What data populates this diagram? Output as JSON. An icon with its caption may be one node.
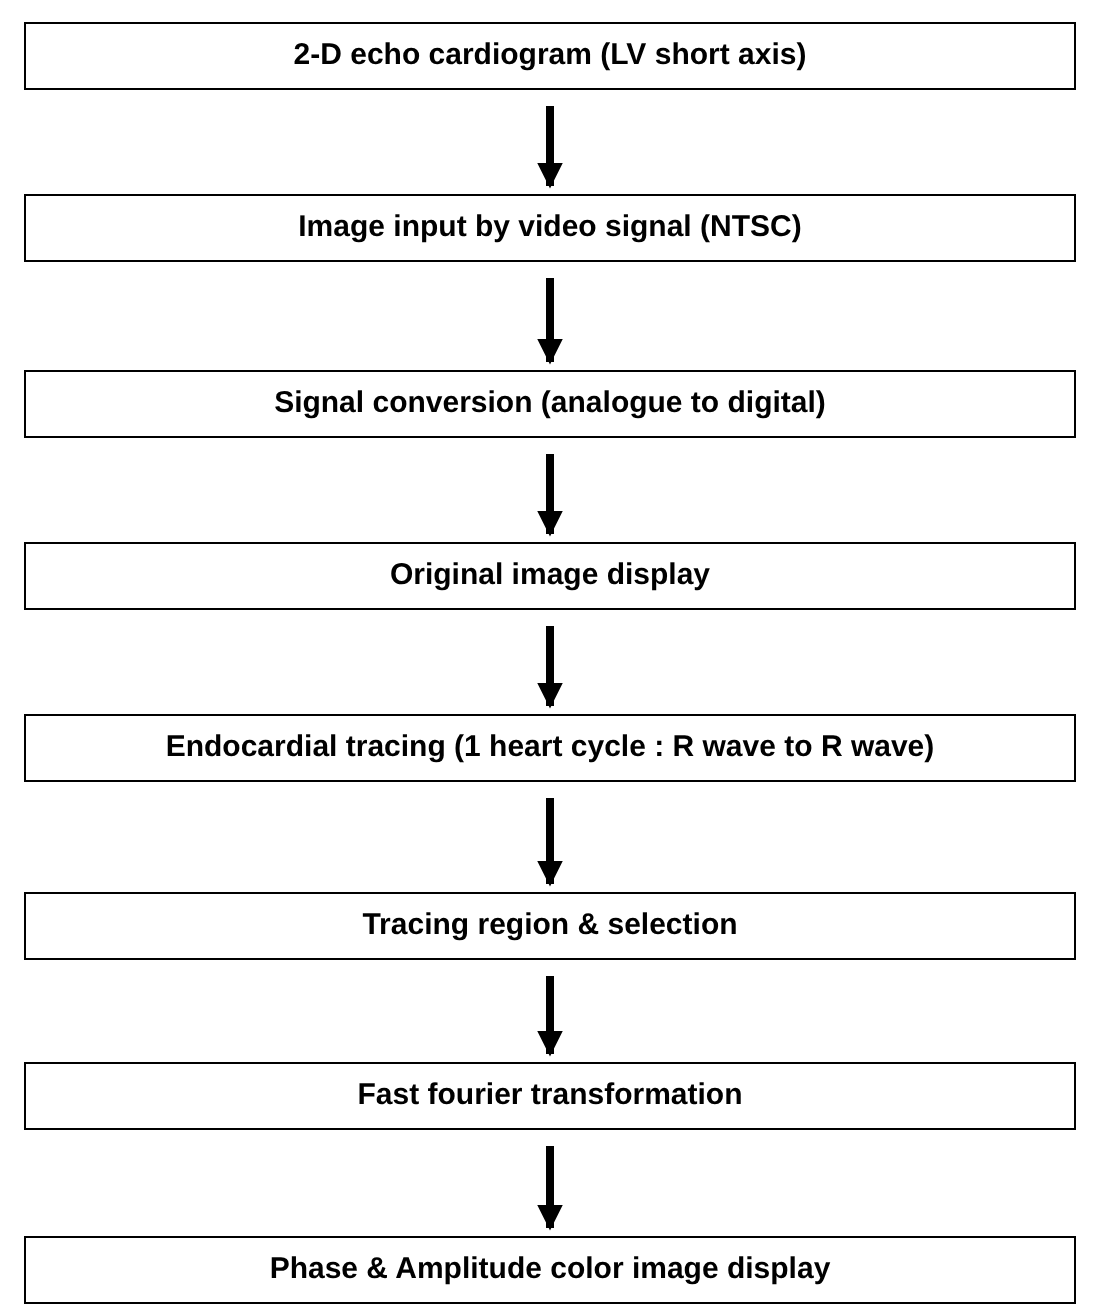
{
  "diagram": {
    "nodes": [
      {
        "text": [
          "2-D echo cardiogram (LV short axis)"
        ]
      },
      {
        "text": [
          "Image input by video signal (NTSC)"
        ]
      },
      {
        "text": [
          "Signal conversion (analogue to digital)"
        ]
      },
      {
        "text": [
          "Original image display"
        ]
      },
      {
        "text": [
          "Endocardial tracing (1 heart cycle : R wave to R wave)"
        ]
      },
      {
        "text": [
          "Tracing region & selection"
        ]
      },
      {
        "text": [
          "Fast fourier transformation"
        ]
      },
      {
        "text": [
          "Phase & Amplitude color image display"
        ]
      }
    ],
    "edges": [
      {
        "from": 0,
        "to": 1,
        "arrow": "to"
      },
      {
        "from": 1,
        "to": 2,
        "arrow": "to"
      },
      {
        "from": 2,
        "to": 3,
        "arrow": "to"
      },
      {
        "from": 3,
        "to": 4,
        "arrow": "to"
      },
      {
        "from": 4,
        "to": 5,
        "arrow": "to"
      },
      {
        "from": 5,
        "to": 6,
        "arrow": "to"
      },
      {
        "from": 6,
        "to": 7,
        "arrow": "to"
      }
    ]
  }
}
